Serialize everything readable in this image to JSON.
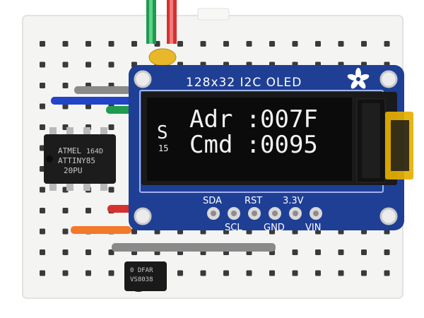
{
  "board": {
    "title": "128x32 I2C OLED",
    "pins_top": [
      "SDA",
      "RST",
      "3.3V"
    ],
    "pins_bottom": [
      "SCL",
      "GND",
      "VIN"
    ]
  },
  "oled": {
    "line1_label": "Adr",
    "line1_value": "007F",
    "line2_label": "Cmd",
    "line2_value": "0095",
    "side_letter": "S",
    "side_number": "15"
  },
  "chip": {
    "brand": "ATMEL",
    "code": "164D",
    "model": "ATTINY85",
    "suffix": "20PU"
  },
  "sensor": {
    "line1": "0 DFAR",
    "line2": "VS8038"
  },
  "colors": {
    "breadboard": "#f4f4f2",
    "hole": "#3a3a3a",
    "pcb_blue": "#1f3f95",
    "oled_black": "#0b0b0b",
    "oled_text": "#f2f2f2",
    "wire_green": "#1f9a4f",
    "wire_red": "#d63030",
    "wire_blue": "#2244c8",
    "wire_orange": "#f2782a",
    "wire_gray": "#8a8a8a",
    "capacitor": "#e8b82a",
    "tape": "#e6b000"
  }
}
